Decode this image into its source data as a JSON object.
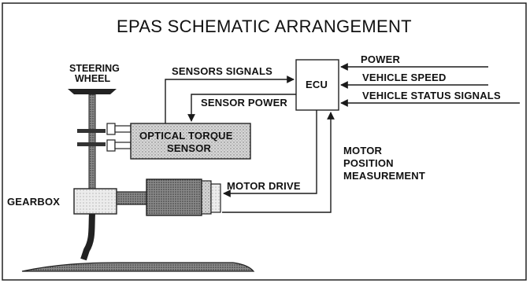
{
  "diagram": {
    "title": "EPAS SCHEMATIC ARRANGEMENT",
    "labels": {
      "steering_wheel_line1": "STEERING",
      "steering_wheel_line2": "WHEEL",
      "sensors_signals": "SENSORS SIGNALS",
      "sensor_power": "SENSOR POWER",
      "ecu": "ECU",
      "power": "POWER",
      "vehicle_speed": "VEHICLE SPEED",
      "vehicle_status_signals": "VEHICLE STATUS SIGNALS",
      "optical_torque_sensor_line1": "OPTICAL TORQUE",
      "optical_torque_sensor_line2": "SENSOR",
      "motor_drive": "MOTOR DRIVE",
      "motor_position_line1": "MOTOR",
      "motor_position_line2": "POSITION",
      "motor_position_line3": "MEASUREMENT",
      "gearbox": "GEARBOX"
    }
  }
}
